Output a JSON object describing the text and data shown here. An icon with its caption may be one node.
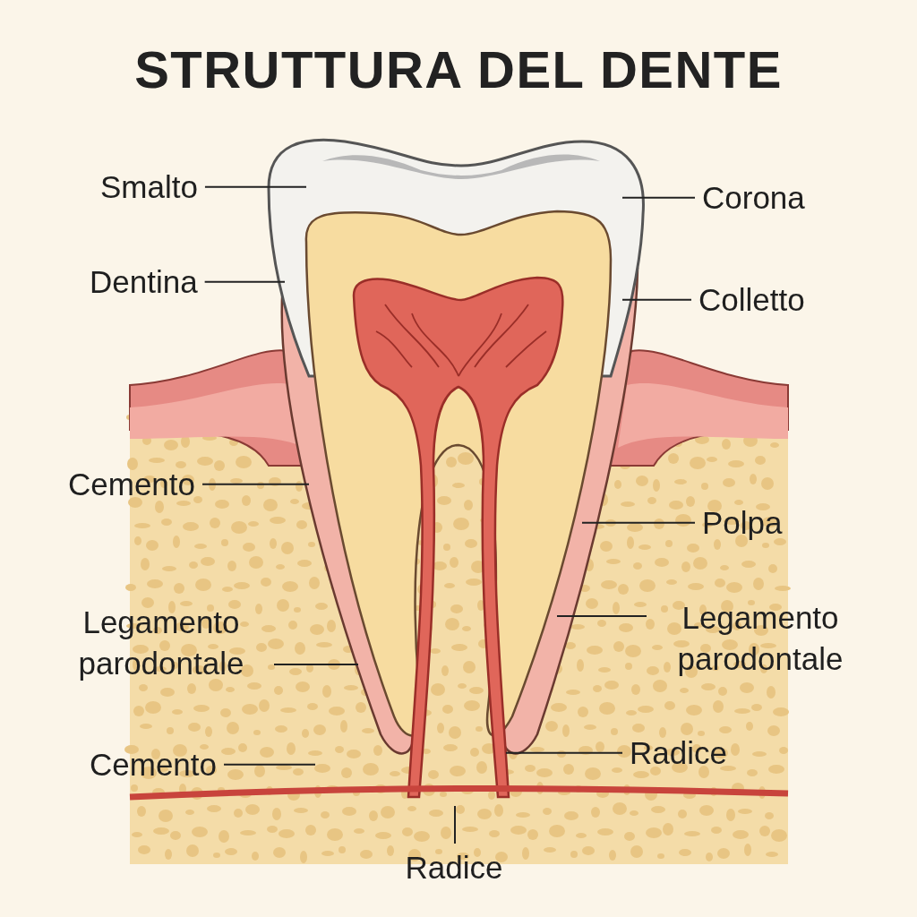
{
  "diagram": {
    "title": "STRUTTURA DEL DENTE",
    "nodes": [
      {
        "text": [
          "Smalto"
        ]
      },
      {
        "text": [
          "Dentina"
        ]
      },
      {
        "text": [
          "Cemento"
        ]
      },
      {
        "text": [
          "Legamento parodontale"
        ]
      },
      {
        "text": [
          "Cemento"
        ]
      },
      {
        "text": [
          "Corona"
        ]
      },
      {
        "text": [
          "Colletto"
        ]
      },
      {
        "text": [
          "Polpa"
        ]
      },
      {
        "text": [
          "Legamento parodontale"
        ]
      },
      {
        "text": [
          "Radice"
        ]
      },
      {
        "text": [
          "Radice"
        ]
      }
    ],
    "edges": [
      {
        "from": 0,
        "to": null,
        "arrow": "none"
      },
      {
        "from": 1,
        "to": null,
        "arrow": "none"
      },
      {
        "from": 2,
        "to": null,
        "arrow": "none"
      },
      {
        "from": 3,
        "to": null,
        "arrow": "none"
      },
      {
        "from": 4,
        "to": null,
        "arrow": "none"
      },
      {
        "from": 5,
        "to": null,
        "arrow": "none"
      },
      {
        "from": 6,
        "to": null,
        "arrow": "none"
      },
      {
        "from": 7,
        "to": null,
        "arrow": "none"
      },
      {
        "from": 8,
        "to": null,
        "arrow": "none"
      },
      {
        "from": 9,
        "to": null,
        "arrow": "none"
      },
      {
        "from": 10,
        "to": null,
        "arrow": "none"
      }
    ]
  }
}
